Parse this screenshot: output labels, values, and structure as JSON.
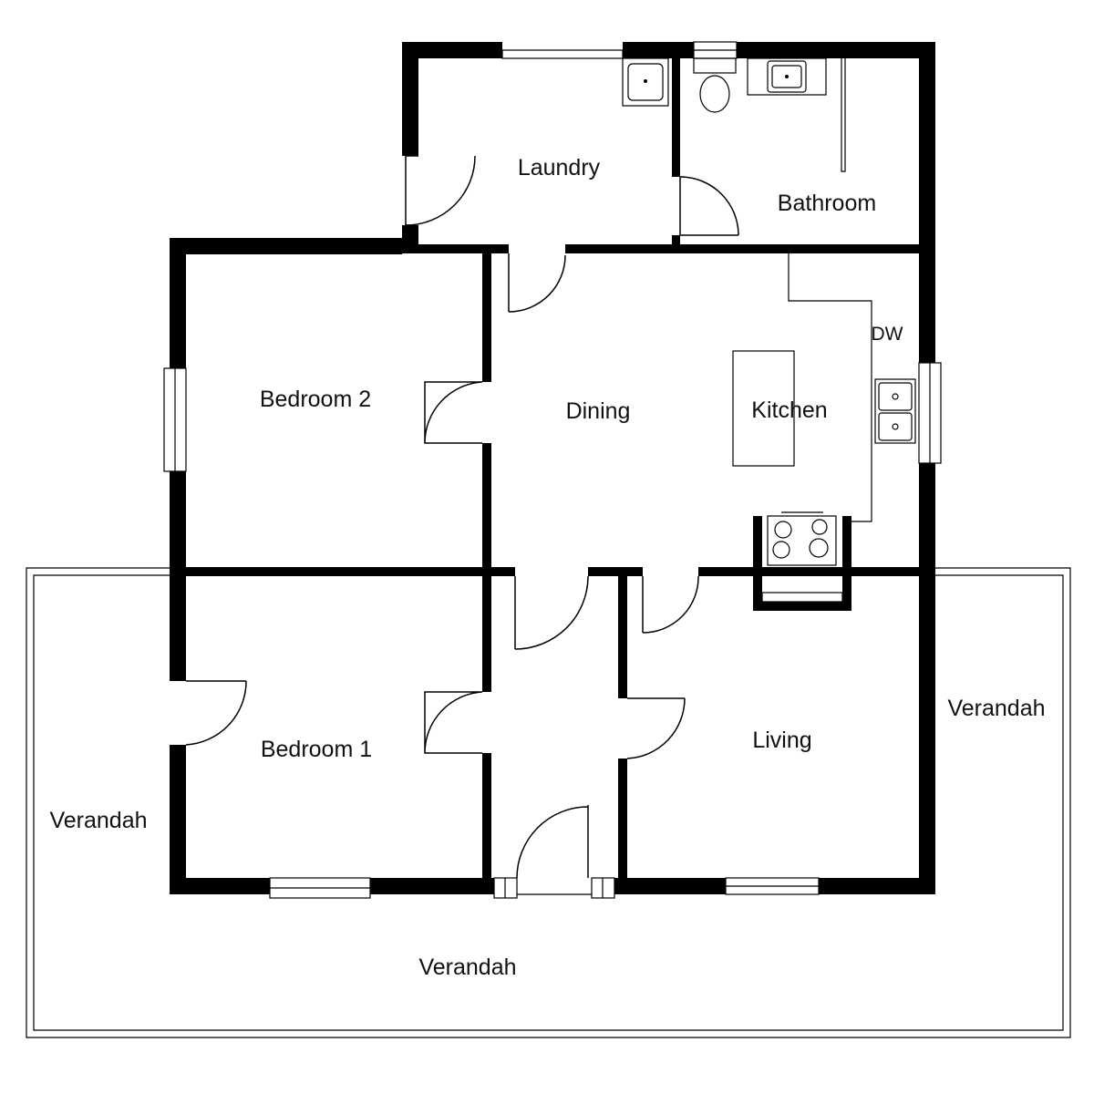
{
  "rooms": {
    "laundry": "Laundry",
    "bathroom": "Bathroom",
    "bedroom2": "Bedroom 2",
    "dining": "Dining",
    "kitchen": "Kitchen",
    "dishwasher": "DW",
    "bedroom1": "Bedroom 1",
    "living": "Living",
    "verandah_right": "Verandah",
    "verandah_left": "Verandah",
    "verandah_bottom": "Verandah"
  }
}
